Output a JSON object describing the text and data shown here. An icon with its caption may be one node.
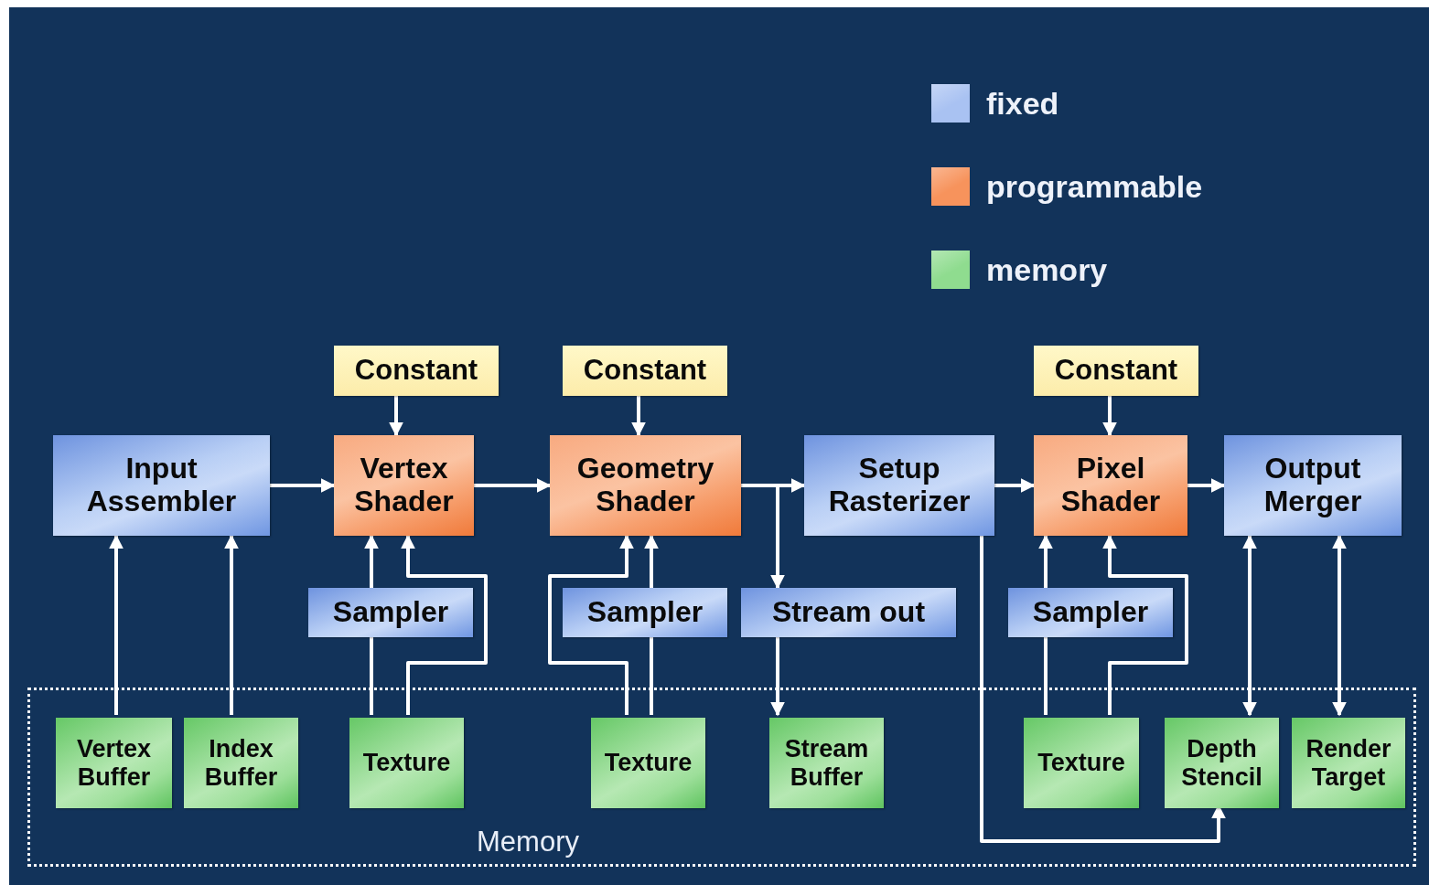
{
  "diagram": {
    "nodes": [
      {
        "text": [
          "Constant"
        ]
      },
      {
        "text": [
          "Constant"
        ]
      },
      {
        "text": [
          "Constant"
        ]
      },
      {
        "text": [
          "Input Assembler"
        ]
      },
      {
        "text": [
          "Vertex Shader"
        ]
      },
      {
        "text": [
          "Geometry Shader"
        ]
      },
      {
        "text": [
          "Setup Rasterizer"
        ]
      },
      {
        "text": [
          "Pixel Shader"
        ]
      },
      {
        "text": [
          "Output Merger"
        ]
      },
      {
        "text": [
          "Sampler"
        ]
      },
      {
        "text": [
          "Sampler"
        ]
      },
      {
        "text": [
          "Stream out"
        ]
      },
      {
        "text": [
          "Sampler"
        ]
      },
      {
        "text": [
          "Memory"
        ]
      },
      {
        "text": [
          "Vertex Buffer"
        ],
        "in": 13
      },
      {
        "text": [
          "Index Buffer"
        ],
        "in": 13
      },
      {
        "text": [
          "Texture"
        ],
        "in": 13
      },
      {
        "text": [
          "Texture"
        ],
        "in": 13
      },
      {
        "text": [
          "Stream Buffer"
        ],
        "in": 13
      },
      {
        "text": [
          "Texture"
        ],
        "in": 13
      },
      {
        "text": [
          "Depth Stencil"
        ],
        "in": 13
      },
      {
        "text": [
          "Render Target"
        ],
        "in": 13
      }
    ],
    "edges": [
      {
        "from": 0,
        "to": 4,
        "arrow": "to"
      },
      {
        "from": 1,
        "to": 5,
        "arrow": "to"
      },
      {
        "from": 2,
        "to": 7,
        "arrow": "to"
      },
      {
        "from": 3,
        "to": 4,
        "arrow": "to"
      },
      {
        "from": 4,
        "to": 5,
        "arrow": "to"
      },
      {
        "from": 5,
        "to": 6,
        "arrow": "to"
      },
      {
        "from": 5,
        "to": 11,
        "arrow": "to"
      },
      {
        "from": 6,
        "to": 7,
        "arrow": "to"
      },
      {
        "from": 7,
        "to": 8,
        "arrow": "to"
      },
      {
        "from": 11,
        "to": 18,
        "arrow": "to"
      },
      {
        "from": 14,
        "to": 3,
        "arrow": "to"
      },
      {
        "from": 15,
        "to": 3,
        "arrow": "to"
      },
      {
        "from": 16,
        "to": 9,
        "arrow": "none"
      },
      {
        "from": 9,
        "to": 4,
        "arrow": "to"
      },
      {
        "from": 16,
        "to": 4,
        "arrow": "to"
      },
      {
        "from": 17,
        "to": 10,
        "arrow": "none"
      },
      {
        "from": 10,
        "to": 5,
        "arrow": "to"
      },
      {
        "from": 17,
        "to": 5,
        "arrow": "to"
      },
      {
        "from": 19,
        "to": 12,
        "arrow": "none"
      },
      {
        "from": 12,
        "to": 7,
        "arrow": "to"
      },
      {
        "from": 19,
        "to": 7,
        "arrow": "to"
      },
      {
        "from": 6,
        "to": 20,
        "arrow": "to"
      },
      {
        "from": 8,
        "to": 20,
        "arrow": "both"
      },
      {
        "from": 8,
        "to": 21,
        "arrow": "both"
      }
    ],
    "legend": [
      {
        "text": "fixed",
        "color": "#a9c2f2"
      },
      {
        "text": "programmable",
        "color": "#f7935c"
      },
      {
        "text": "memory",
        "color": "#8fdc8f"
      }
    ]
  }
}
